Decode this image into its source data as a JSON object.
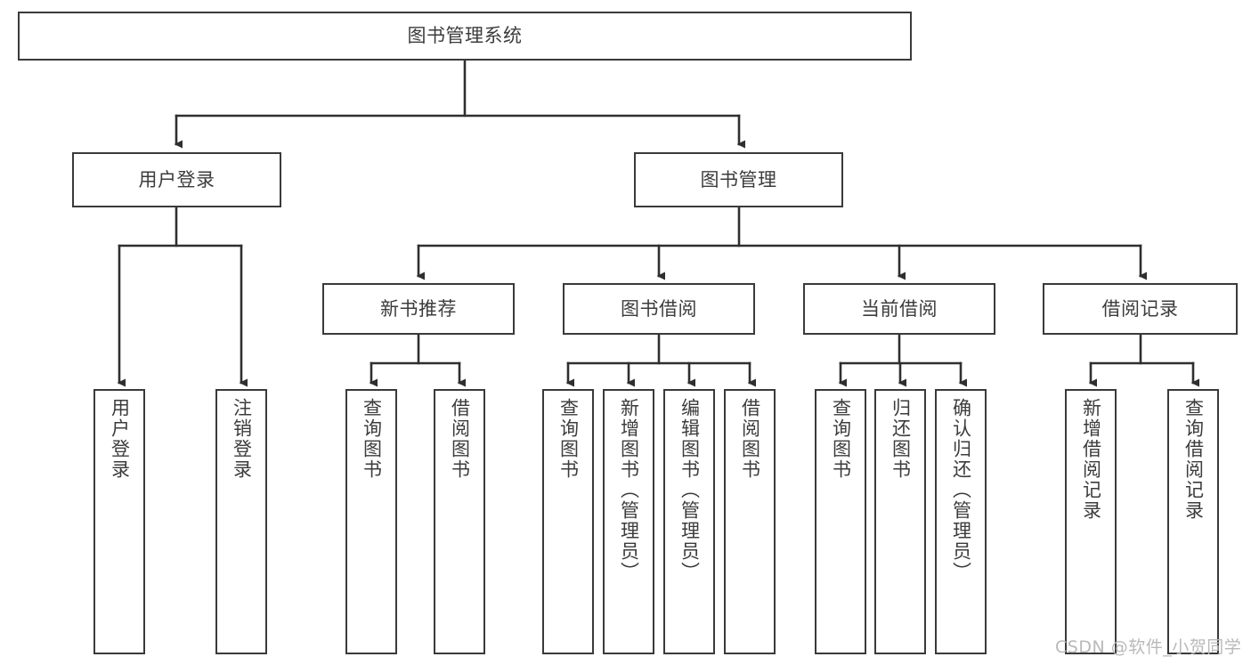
{
  "diagram": {
    "title": "图书管理系统",
    "type": "hierarchy-tree",
    "watermark": "CSDN @软件_小贺同学",
    "colors": {
      "box_border": "#3a3a3a",
      "box_fill": "#ffffff",
      "connector": "#2f2f2f",
      "text": "#3c3c3c",
      "watermark": "#b9b9b9",
      "background": "#ffffff"
    },
    "nodes": {
      "root": {
        "label": "图书管理系统"
      },
      "level2": [
        {
          "id": "user-login",
          "label": "用户登录"
        },
        {
          "id": "book-management",
          "label": "图书管理"
        }
      ],
      "level3": [
        {
          "id": "new-book-recommend",
          "label": "新书推荐"
        },
        {
          "id": "book-borrow",
          "label": "图书借阅"
        },
        {
          "id": "current-borrow",
          "label": "当前借阅"
        },
        {
          "id": "borrow-record",
          "label": "借阅记录"
        }
      ],
      "leaves": {
        "user-login": [
          {
            "id": "leaf-user-login",
            "label": "用户登录"
          },
          {
            "id": "leaf-logout-login",
            "label": "注销登录"
          }
        ],
        "new-book-recommend": [
          {
            "id": "leaf-query-book-1",
            "label": "查询图书"
          },
          {
            "id": "leaf-borrow-book-1",
            "label": "借阅图书"
          }
        ],
        "book-borrow": [
          {
            "id": "leaf-query-book-2",
            "label": "查询图书"
          },
          {
            "id": "leaf-add-book",
            "label": "新增图书（管理员）"
          },
          {
            "id": "leaf-edit-book",
            "label": "编辑图书（管理员）"
          },
          {
            "id": "leaf-borrow-book-2",
            "label": "借阅图书"
          }
        ],
        "current-borrow": [
          {
            "id": "leaf-query-book-3",
            "label": "查询图书"
          },
          {
            "id": "leaf-return-book",
            "label": "归还图书"
          },
          {
            "id": "leaf-confirm-return",
            "label": "确认归还（管理员）"
          }
        ],
        "borrow-record": [
          {
            "id": "leaf-add-record",
            "label": "新增借阅记录"
          },
          {
            "id": "leaf-query-record",
            "label": "查询借阅记录"
          }
        ]
      }
    }
  }
}
